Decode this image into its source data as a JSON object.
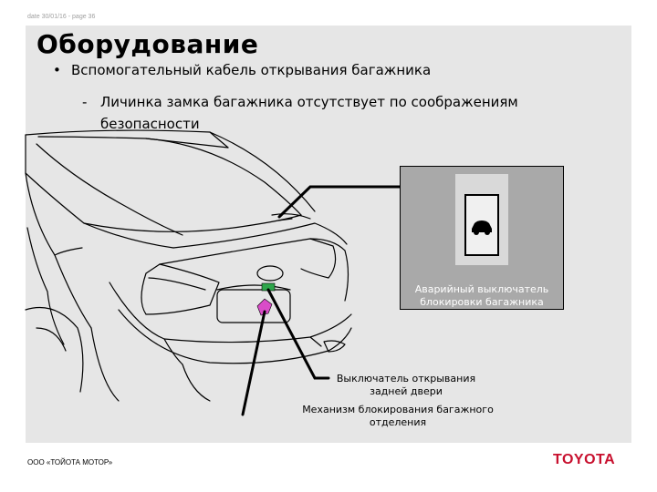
{
  "header": {
    "meta": "date 30/01/16 - page 36",
    "title": "Оборудование"
  },
  "content": {
    "bullet": "Вспомогательный кабель открывания багажника",
    "sub_bullet": "Личинка замка багажника отсутствует по соображениям безопасности"
  },
  "inset": {
    "label": "Аварийный выключатель блокировки багажника"
  },
  "callouts": {
    "opener_switch": "Выключатель открывания задней двери",
    "lock_mechanism": "Механизм блокирования багажного отделения"
  },
  "footer": {
    "company": "ООО «ТОЙОТА МОТОР»",
    "logo": "TOYOTA"
  },
  "colors": {
    "panel": "#e6e6e6",
    "logo_red": "#c8102e",
    "inset_bg": "#a9a9a9"
  }
}
